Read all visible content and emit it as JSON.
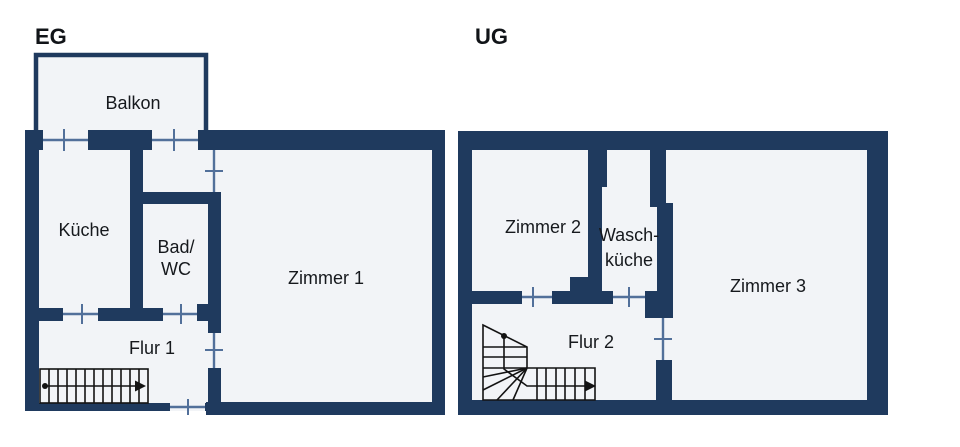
{
  "page": {
    "background": "#ffffff"
  },
  "colors": {
    "wall": "#1f3a5e",
    "floor": "#f2f4f7",
    "opening_line": "#52709a",
    "stair_line": "#131313",
    "text": "#16191d"
  },
  "eg": {
    "title": "EG",
    "rooms": {
      "balkon": "Balkon",
      "kueche": "Küche",
      "bad_line1": "Bad/",
      "bad_line2": "WC",
      "zimmer1": "Zimmer 1",
      "flur1": "Flur 1"
    }
  },
  "ug": {
    "title": "UG",
    "rooms": {
      "zimmer2": "Zimmer 2",
      "wasch_line1": "Wasch-",
      "wasch_line2": "küche",
      "zimmer3": "Zimmer 3",
      "flur2": "Flur 2"
    }
  }
}
